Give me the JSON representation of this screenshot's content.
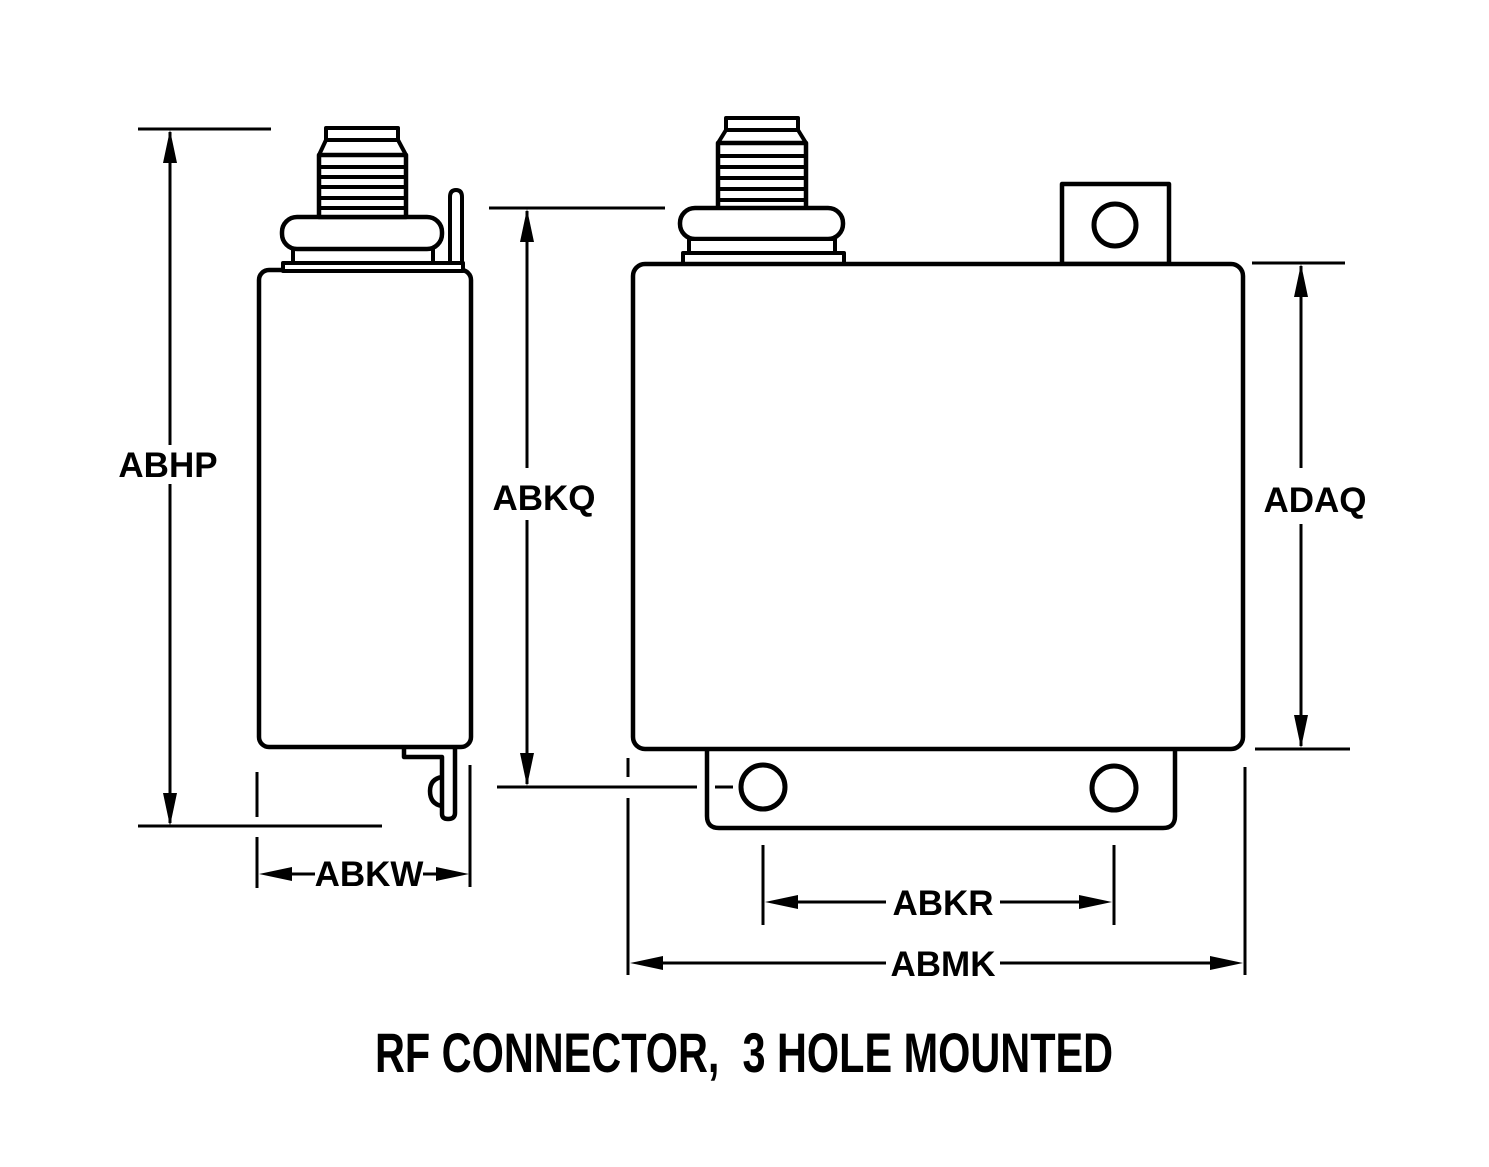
{
  "diagram": {
    "title": "RF CONNECTOR,  3 HOLE MOUNTED",
    "labels": {
      "abhp": "ABHP",
      "abkq": "ABKQ",
      "adaq": "ADAQ",
      "abkw": "ABKW",
      "abkr": "ABKR",
      "abmk": "ABMK"
    },
    "colors": {
      "line": "#000000",
      "background": "#ffffff"
    }
  }
}
